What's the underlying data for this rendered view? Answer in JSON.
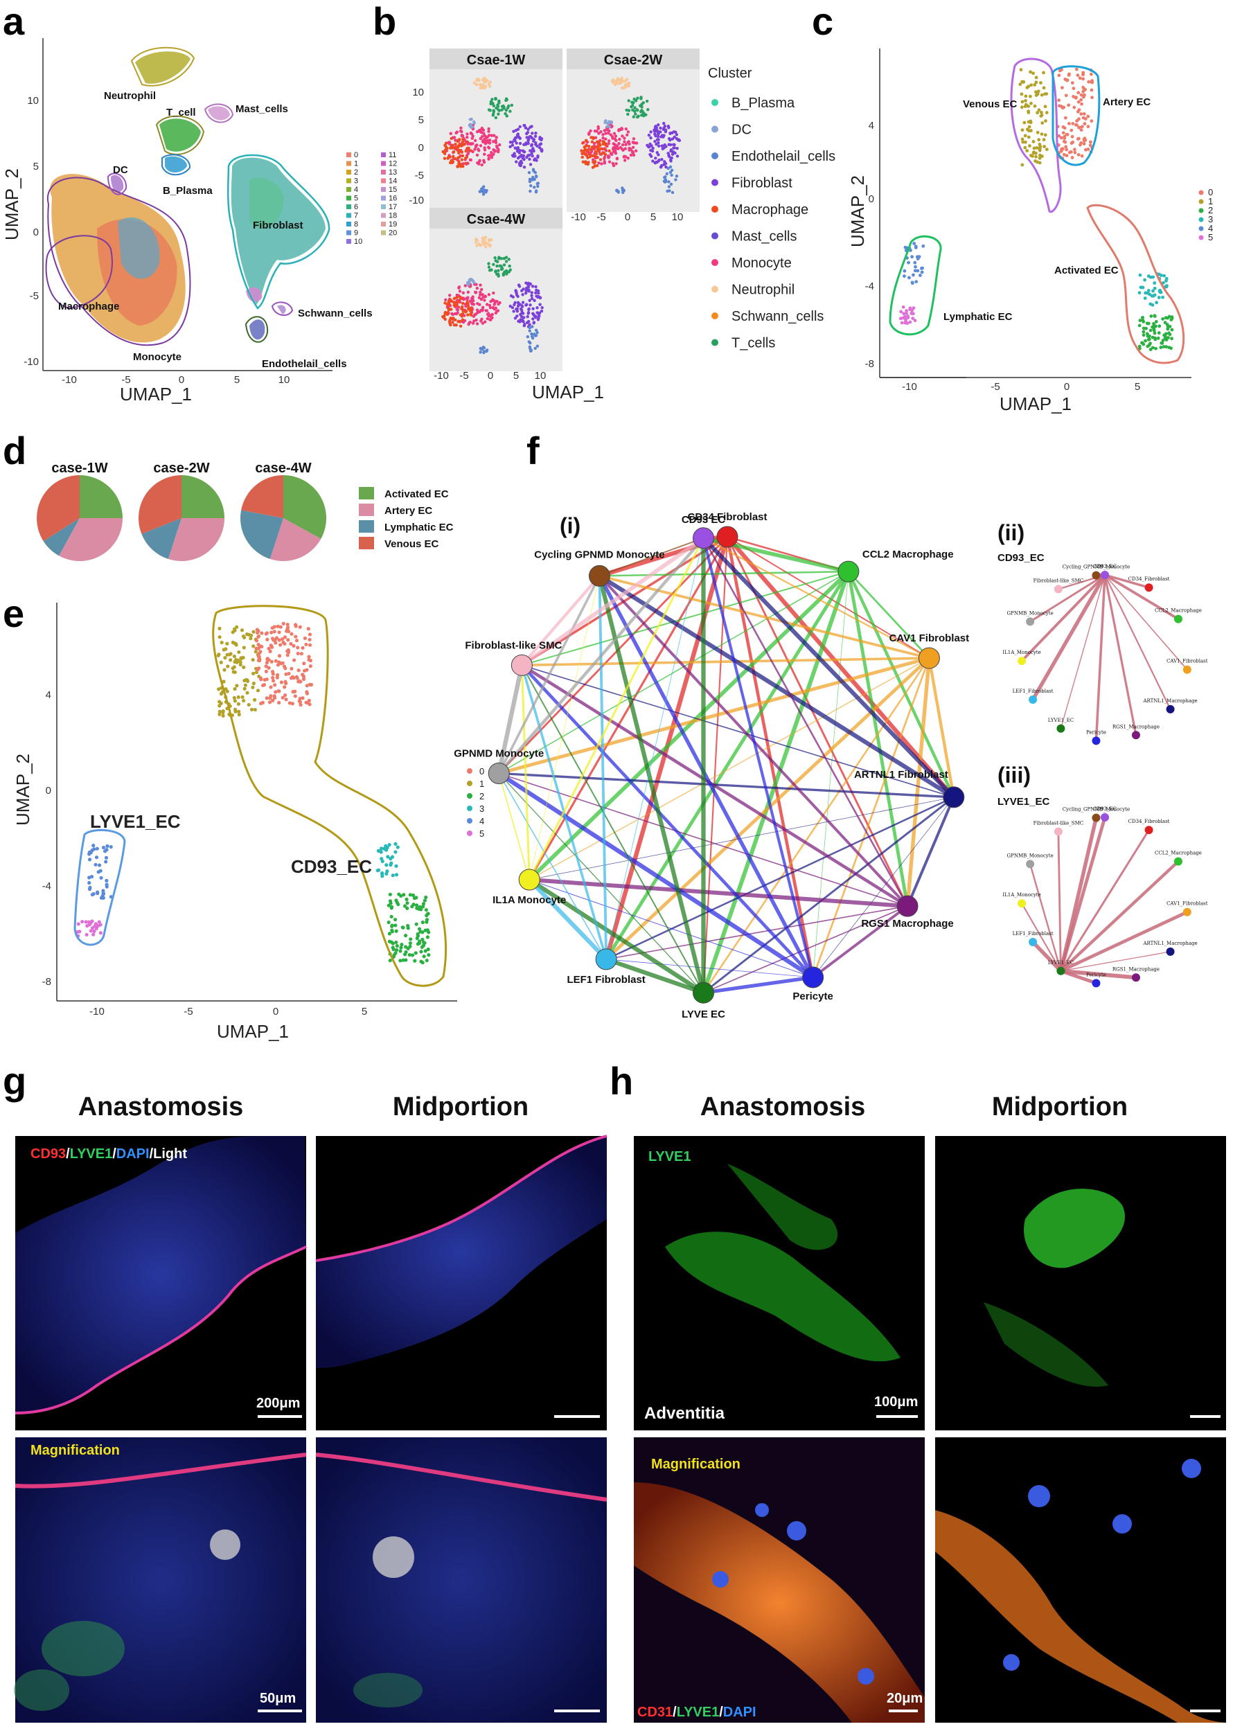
{
  "panel_labels": [
    "a",
    "b",
    "c",
    "d",
    "e",
    "f",
    "g",
    "h"
  ],
  "panel_a": {
    "xlabel": "UMAP_1",
    "ylabel": "UMAP_2",
    "xticks": [
      "-10",
      "-5",
      "0",
      "5",
      "10"
    ],
    "yticks": [
      "10",
      "5",
      "0",
      "-5",
      "-10"
    ],
    "cell_types": [
      "Neutrophil",
      "Mast_cells",
      "T_cell",
      "DC",
      "B_Plasma",
      "Fibroblast",
      "Macrophage",
      "Monocyte",
      "Schwann_cells",
      "Endothelail_cells"
    ],
    "cluster_ids": [
      "0",
      "1",
      "2",
      "3",
      "4",
      "5",
      "6",
      "7",
      "8",
      "9",
      "10",
      "11",
      "12",
      "13",
      "14",
      "15",
      "16",
      "17",
      "18",
      "19",
      "20"
    ]
  },
  "panel_b": {
    "facets": [
      "Csae-1W",
      "Csae-2W",
      "Csae-4W"
    ],
    "xlabel": "UMAP_1",
    "xticks": [
      "-10",
      "-5",
      "0",
      "5",
      "10"
    ],
    "yticks": [
      "10",
      "5",
      "0",
      "-5",
      "-10"
    ],
    "legend_title": "Cluster",
    "legend": [
      "B_Plasma",
      "DC",
      "Endothelail_cells",
      "Fibroblast",
      "Macrophage",
      "Mast_cells",
      "Monocyte",
      "Neutrophil",
      "Schwann_cells",
      "T_cells"
    ]
  },
  "panel_c": {
    "xlabel": "UMAP_1",
    "ylabel": "UMAP_2",
    "xticks": [
      "-10",
      "-5",
      "0",
      "5"
    ],
    "yticks": [
      "4",
      "0",
      "-4",
      "-8"
    ],
    "groups": [
      "Venous EC",
      "Artery EC",
      "Activated EC",
      "Lymphatic EC"
    ],
    "legend": [
      "0",
      "1",
      "2",
      "3",
      "4",
      "5"
    ]
  },
  "panel_d": {
    "titles": [
      "case-1W",
      "case-2W",
      "case-4W"
    ],
    "legend": [
      "Activated EC",
      "Artery EC",
      "Lymphatic EC",
      "Venous EC"
    ],
    "colors": [
      "#6aa84f",
      "#d98ca4",
      "#5b8fa8",
      "#d9624f"
    ],
    "chart_data": {
      "type": "pie",
      "pies": [
        {
          "title": "case-1W",
          "values": [
            0.25,
            0.33,
            0.08,
            0.34
          ]
        },
        {
          "title": "case-2W",
          "values": [
            0.25,
            0.3,
            0.14,
            0.31
          ]
        },
        {
          "title": "case-4W",
          "values": [
            0.33,
            0.22,
            0.23,
            0.22
          ]
        }
      ],
      "categories": [
        "Activated EC",
        "Artery EC",
        "Lymphatic EC",
        "Venous EC"
      ]
    }
  },
  "panel_e": {
    "xlabel": "UMAP_1",
    "ylabel": "UMAP_2",
    "xticks": [
      "-10",
      "-5",
      "0",
      "5"
    ],
    "yticks": [
      "4",
      "0",
      "-4",
      "-8"
    ],
    "groups": [
      "LYVE1_EC",
      "CD93_EC"
    ],
    "legend": [
      "0",
      "1",
      "2",
      "3",
      "4",
      "5"
    ]
  },
  "panel_f": {
    "sub_i": "(i)",
    "sub_ii": "(ii)",
    "sub_iii": "(iii)",
    "nodes": [
      "CD34 Fibroblast",
      "CCL2 Macrophage",
      "CAV1 Fibroblast",
      "ARTNL1 Fibroblast",
      "RGS1 Macrophage",
      "Pericyte",
      "LYVE EC",
      "LEF1 Fibroblast",
      "IL1A Monocyte",
      "GPNMD Monocyte",
      "Fibroblast-like SMC",
      "Cycling GPNMD Monocyte",
      "CD93 EC"
    ],
    "node_colors": [
      "#e02020",
      "#2ec02e",
      "#f0a020",
      "#151580",
      "#7a1a7a",
      "#2525e0",
      "#1a7a1a",
      "#38b8e8",
      "#f0f020",
      "#a0a0a0",
      "#f4b4c4",
      "#8a4a1a",
      "#9a50e0"
    ],
    "ii_title": "CD93_EC",
    "iii_title": "LYVE1_EC",
    "ii_nodes": [
      "CD93_EC",
      "CD34_Fibroblast",
      "CCL2_Macrophage",
      "CAV1_Fibroblast",
      "ARTNL1_Macrophage",
      "RGS1_Macrophage",
      "Pericyte",
      "LYVE1_EC",
      "LEF1_Fibroblast",
      "IL1A_Monocyte",
      "GPNMB_Monocyte",
      "Fibroblast-like_SMC",
      "Cycling_GPNMB_Monocyte"
    ],
    "iii_nodes": [
      "CD93_EC",
      "CD34_Fibroblast",
      "CCL2_Macrophage",
      "CAV1_Fibroblast",
      "ARTNL1_Macrophage",
      "RGS1_Macrophage",
      "Pericyte",
      "LYVE1_EC",
      "LEF1_Fibroblast",
      "IL1A_Monocyte",
      "GPNMB_Monocyte",
      "Fibroblast-like_SMC",
      "Cycling_GPNMB_Monocyte"
    ]
  },
  "panel_g": {
    "col1": "Anastomosis",
    "col2": "Midportion",
    "stain": [
      "CD93",
      "/",
      "LYVE1",
      "/",
      "DAPI",
      "/Light"
    ],
    "stain_colors": [
      "#ff3030",
      "#ffffff",
      "#30d060",
      "#ffffff",
      "#3090ff",
      "#ffffff"
    ],
    "scale_top": "200μm",
    "magnification": "Magnification",
    "scale_bottom": "50μm"
  },
  "panel_h": {
    "col1": "Anastomosis",
    "col2": "Midportion",
    "lyve1": "LYVE1",
    "region": "Adventitia",
    "scale_top": "100μm",
    "magnification": "Magnification",
    "scale_bottom": "20μm",
    "stain": [
      "CD31",
      "/",
      "LYVE1",
      "/",
      "DAPI"
    ],
    "stain_colors": [
      "#ff3030",
      "#ffffff",
      "#30d060",
      "#ffffff",
      "#3090ff"
    ]
  }
}
